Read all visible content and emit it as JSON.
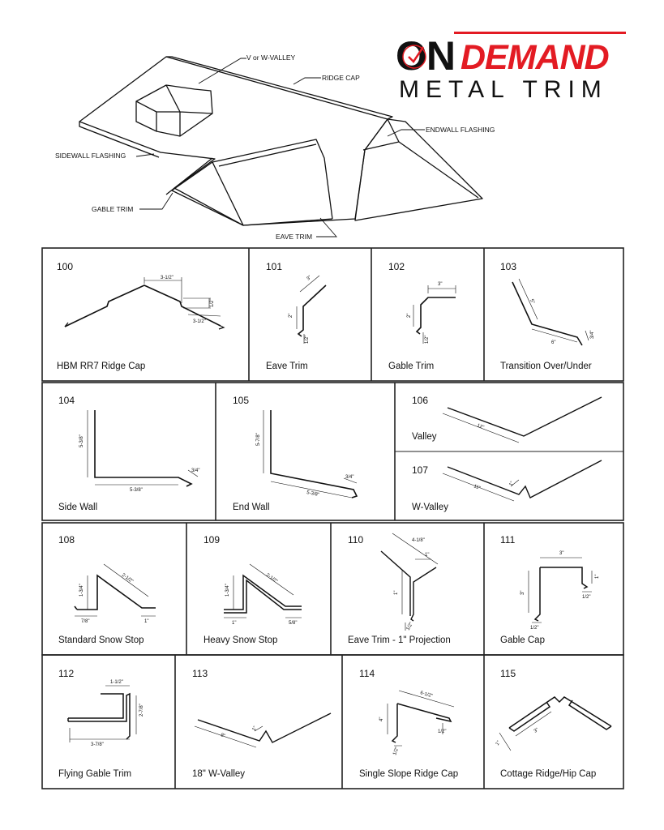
{
  "brand": {
    "logo_on": "ON",
    "logo_demand": "DEMAND",
    "logo_subtitle": "METAL TRIM",
    "accent_color": "#e31b23"
  },
  "roof_diagram": {
    "labels": {
      "valley": "V or W-VALLEY",
      "ridge_cap": "RIDGE CAP",
      "endwall": "ENDWALL FLASHING",
      "sidewall": "SIDEWALL FLASHING",
      "gable": "GABLE TRIM",
      "eave": "EAVE TRIM"
    }
  },
  "products": [
    {
      "number": "100",
      "name": "HBM RR7 Ridge Cap",
      "dims": [
        "3-1/2\"",
        "1/2\"",
        "3-1/2\""
      ]
    },
    {
      "number": "101",
      "name": "Eave Trim",
      "dims": [
        "3\"",
        "2\"",
        "1/2\""
      ]
    },
    {
      "number": "102",
      "name": "Gable Trim",
      "dims": [
        "3\"",
        "2\"",
        "1/2\""
      ]
    },
    {
      "number": "103",
      "name": "Transition Over/Under",
      "dims": [
        "5\"",
        "6\"",
        "3/4\""
      ]
    },
    {
      "number": "104",
      "name": "Side Wall",
      "dims": [
        "5-3/8\"",
        "5-3/8\"",
        "3/4\""
      ]
    },
    {
      "number": "105",
      "name": "End Wall",
      "dims": [
        "5-7/8\"",
        "5-3/8\"",
        "3/4\""
      ]
    },
    {
      "number": "106",
      "name": "Valley",
      "dims": [
        "12\""
      ]
    },
    {
      "number": "107",
      "name": "W-Valley",
      "dims": [
        "11\"",
        "1\""
      ]
    },
    {
      "number": "108",
      "name": "Standard Snow Stop",
      "dims": [
        "1-3/4\"",
        "2-1/2\"",
        "7/8\"",
        "1\""
      ]
    },
    {
      "number": "109",
      "name": "Heavy Snow Stop",
      "dims": [
        "1-3/4\"",
        "2-1/2\"",
        "1\"",
        "5/8\""
      ]
    },
    {
      "number": "110",
      "name": "Eave Trim - 1\" Projection",
      "dims": [
        "4-1/8\"",
        "1\"",
        "1\"",
        "1/2\""
      ]
    },
    {
      "number": "111",
      "name": "Gable Cap",
      "dims": [
        "3\"",
        "1\"",
        "3\"",
        "1/2\"",
        "1/2\""
      ]
    },
    {
      "number": "112",
      "name": "Flying Gable Trim",
      "dims": [
        "1-1/2\"",
        "2-7/8\"",
        "3-7/8\""
      ]
    },
    {
      "number": "113",
      "name": "18\" W-Valley",
      "dims": [
        "8\"",
        "1\""
      ]
    },
    {
      "number": "114",
      "name": "Single Slope Ridge Cap",
      "dims": [
        "6-1/2\"",
        "4\"",
        "1/2\"",
        "1/2\""
      ]
    },
    {
      "number": "115",
      "name": "Cottage Ridge/Hip Cap",
      "dims": [
        "1\"",
        "3\""
      ]
    }
  ]
}
